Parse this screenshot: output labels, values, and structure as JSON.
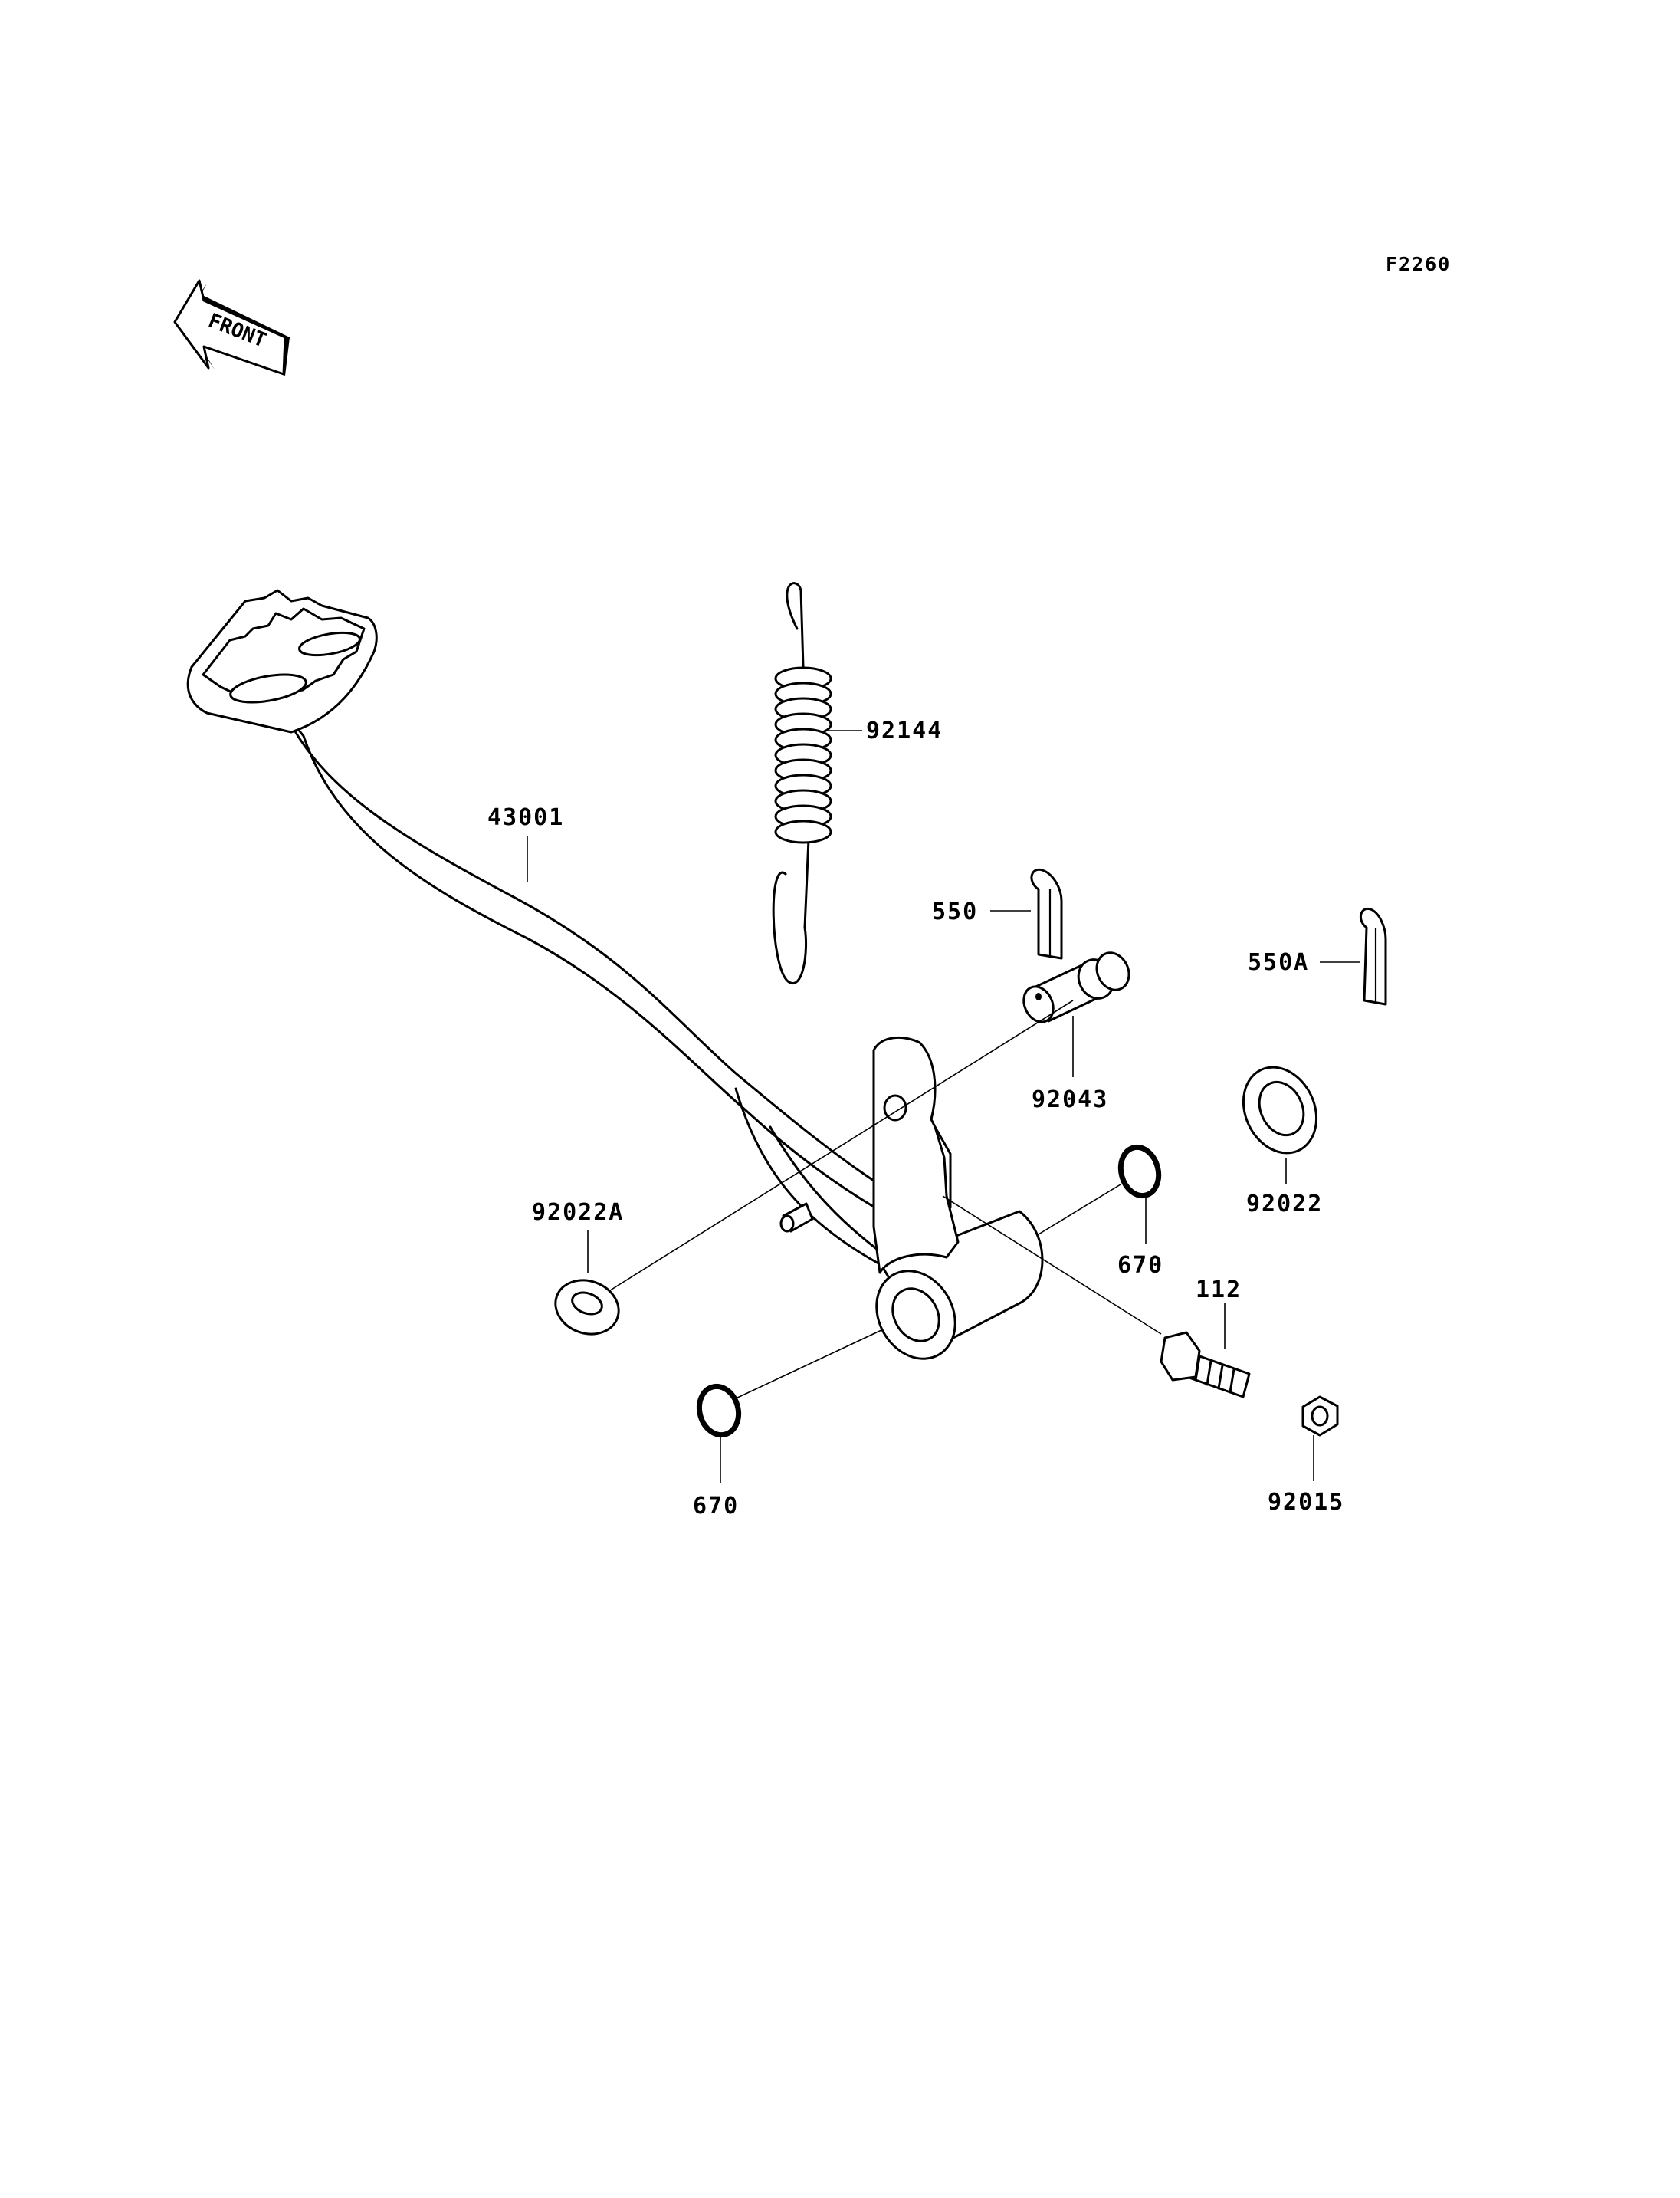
{
  "figure_code": "F2260",
  "front_indicator": {
    "text": "FRONT",
    "icon": "front-arrow-icon"
  },
  "parts": {
    "p43001": "43001",
    "p92144": "92144",
    "p550": "550",
    "p550A": "550A",
    "p92043": "92043",
    "p92022A": "92022A",
    "p92022": "92022",
    "p670_upper": "670",
    "p670_lower": "670",
    "p112": "112",
    "p92015": "92015"
  }
}
